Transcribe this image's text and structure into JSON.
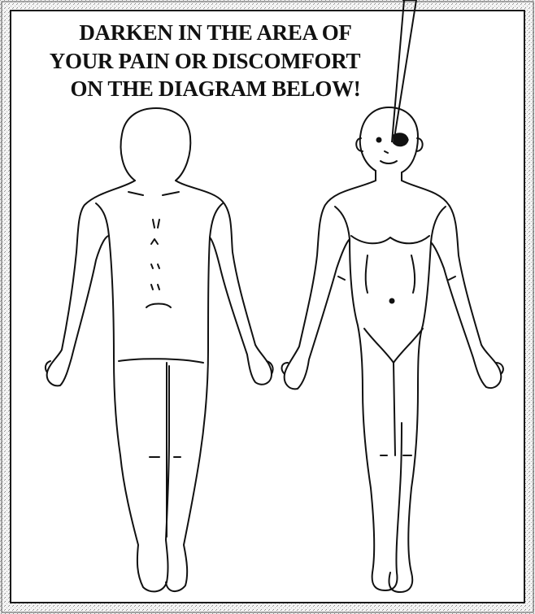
{
  "instructions": {
    "line1": "DARKEN IN THE AREA OF",
    "line2": "YOUR PAIN OR DISCOMFORT",
    "line3": "ON THE DIAGRAM BELOW!"
  },
  "colors": {
    "ink": "#111111",
    "border": "#1a1a1a",
    "paper": "#ffffff"
  },
  "figures": [
    "back-view",
    "front-view"
  ]
}
